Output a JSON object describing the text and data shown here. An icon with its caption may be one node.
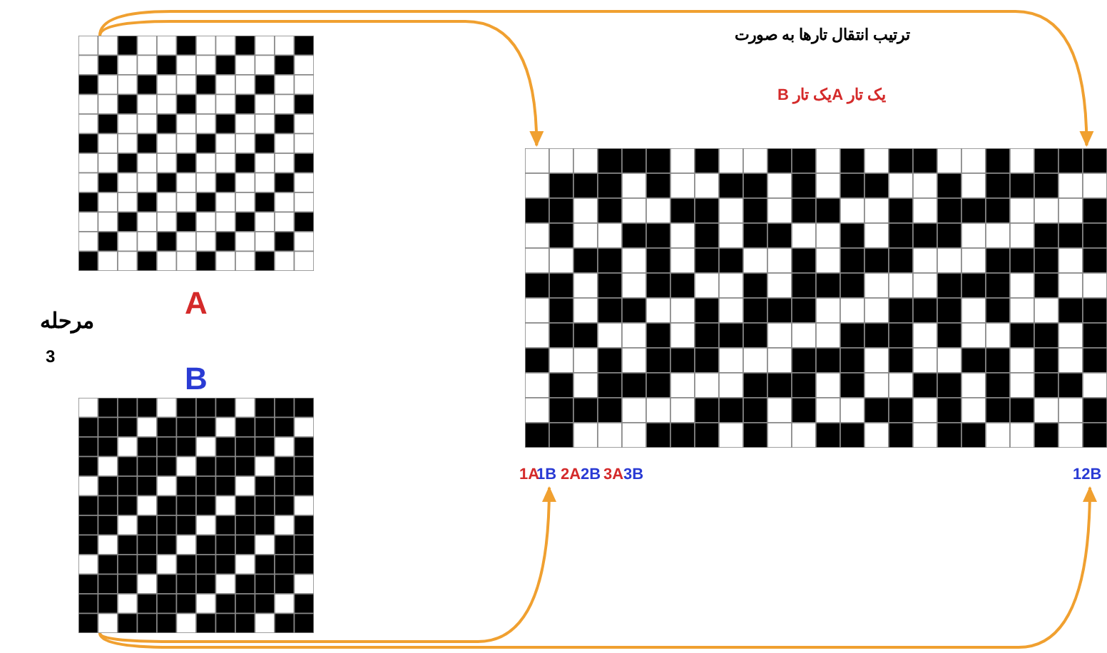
{
  "diagram": {
    "nodes": [
      {
        "text": [
          "A"
        ]
      },
      {
        "text": [
          "B"
        ]
      },
      {
        "text": [],
        "shape": "box"
      },
      {
        "text": [
          "1B"
        ]
      },
      {
        "text": [
          "12B"
        ]
      }
    ],
    "edges": [
      {
        "from": 0,
        "to": 2,
        "arrow": "to"
      },
      {
        "from": 0,
        "to": 2,
        "arrow": "to"
      },
      {
        "from": 1,
        "to": 3,
        "arrow": "to"
      },
      {
        "from": 1,
        "to": 4,
        "arrow": "to"
      }
    ],
    "labels": [
      "ترتیب انتقال تارها به صورت",
      "یک تار Aیک تار B",
      "مرحله",
      "3",
      "1A",
      "2A",
      "2B",
      "3A",
      "3B"
    ]
  }
}
